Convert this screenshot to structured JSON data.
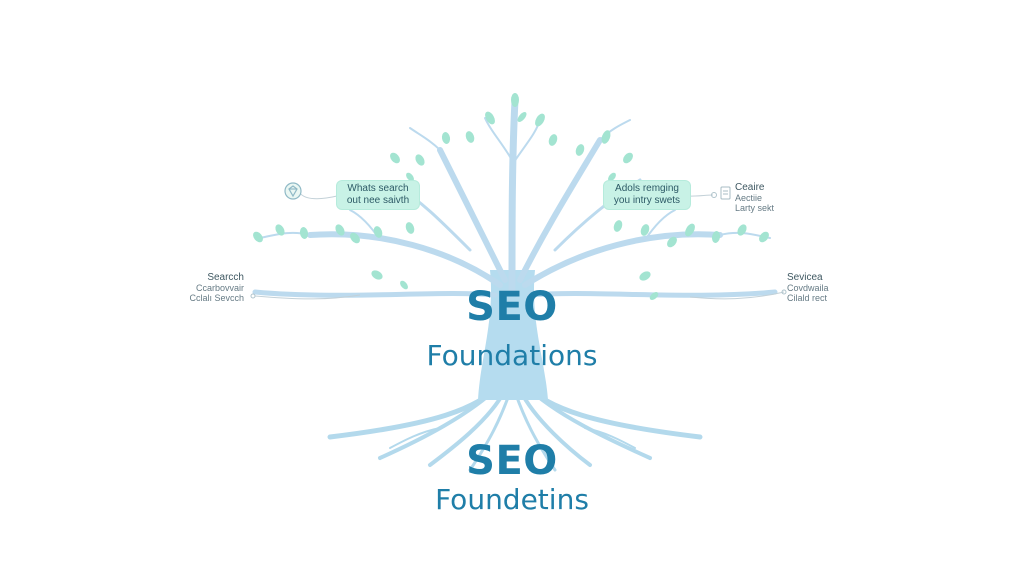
{
  "diagram": {
    "title_top": "SEO",
    "subtitle_top": "Foundations",
    "title_bottom": "SEO",
    "subtitle_bottom": "Foundetins",
    "bubble_left": {
      "line1": "Whats search",
      "line2": "out nee saivth"
    },
    "bubble_right": {
      "line1": "Adols remging",
      "line2": "you intry swets"
    },
    "label_search": {
      "title": "Searcch",
      "line1": "Ccarbovvair",
      "line2": "Cclalı Sevcch"
    },
    "label_create": {
      "title": "Ceaire",
      "line1": "Aectiie",
      "line2": "Larty sekt"
    },
    "label_services": {
      "title": "Sevicea",
      "line1": "Covdwaila",
      "line2": "Cilald rect"
    }
  },
  "colors": {
    "trunk": "#a9d3ea",
    "branch": "#b8d8ee",
    "leaf": "#9fe3cf",
    "bubble": "#c8f2e6",
    "title": "#1f7ea8",
    "connector": "#c5d3da"
  },
  "icons": [
    "diamond-badge-icon",
    "document-icon"
  ]
}
